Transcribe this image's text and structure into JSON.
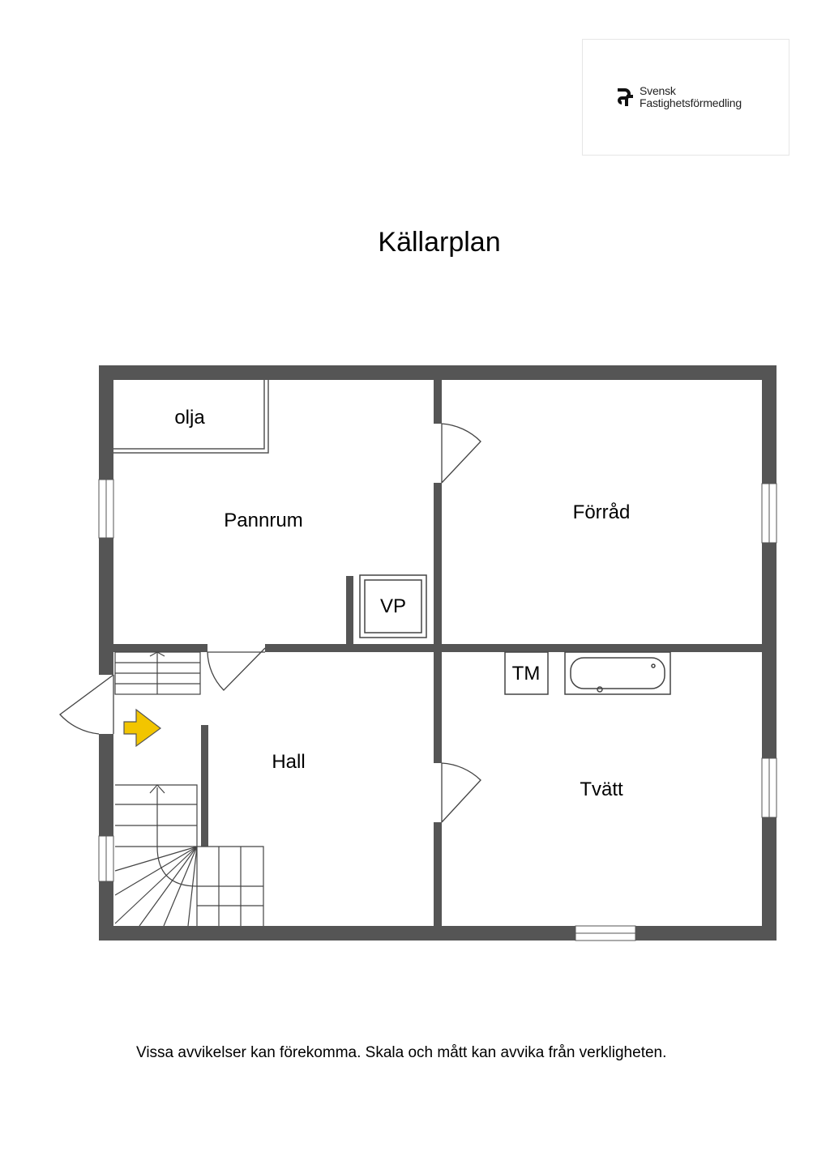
{
  "logo": {
    "line1": "Svensk",
    "line2": "Fastighetsförmedling",
    "icon": "svensk-fastighetsformedling-logo-icon"
  },
  "title": "Källarplan",
  "rooms": {
    "olja": "olja",
    "pannrum": "Pannrum",
    "forrad": "Förråd",
    "vp": "VP",
    "tm": "TM",
    "hall": "Hall",
    "tvatt": "Tvätt"
  },
  "entrance_arrow_color": "#f2c500",
  "wall_color": "#555555",
  "disclaimer": "Vissa avvikelser kan förekomma. Skala och mått kan avvika från verkligheten."
}
